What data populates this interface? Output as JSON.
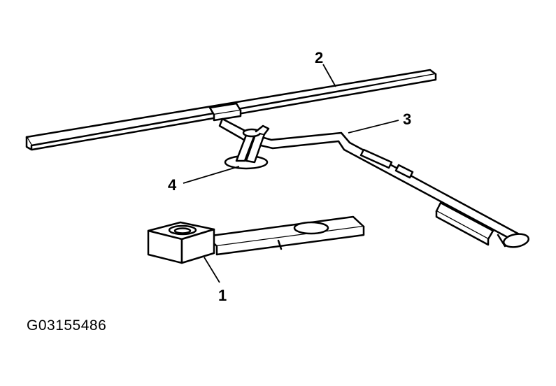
{
  "callouts": {
    "part1": "1",
    "part2": "2",
    "part3": "3",
    "part4": "4"
  },
  "figure_id": "G03155486"
}
